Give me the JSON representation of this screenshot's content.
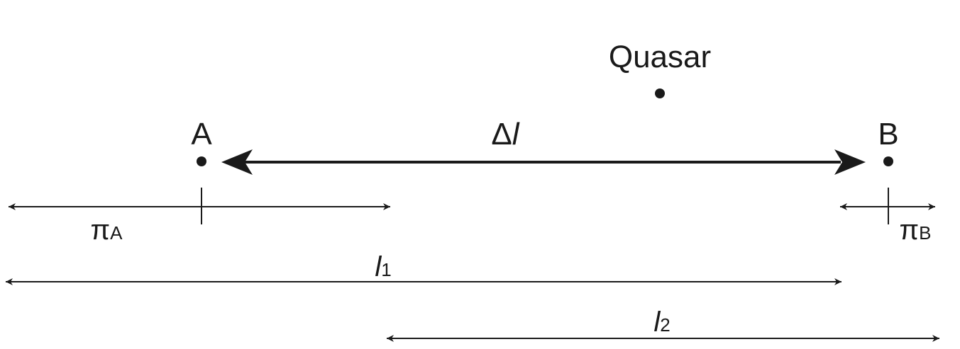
{
  "labels": {
    "quasar": "Quasar",
    "point_a": "A",
    "point_b": "B",
    "delta_symbol": "Δ",
    "delta_var": "l",
    "pi_a_symbol": "π",
    "pi_a_sub": "A",
    "pi_b_symbol": "π",
    "pi_b_sub": "B",
    "l1_var": "l",
    "l1_sub": "1",
    "l2_var": "l",
    "l2_sub": "2"
  },
  "colors": {
    "ink": "#1a1a1a",
    "background": "#ffffff"
  }
}
